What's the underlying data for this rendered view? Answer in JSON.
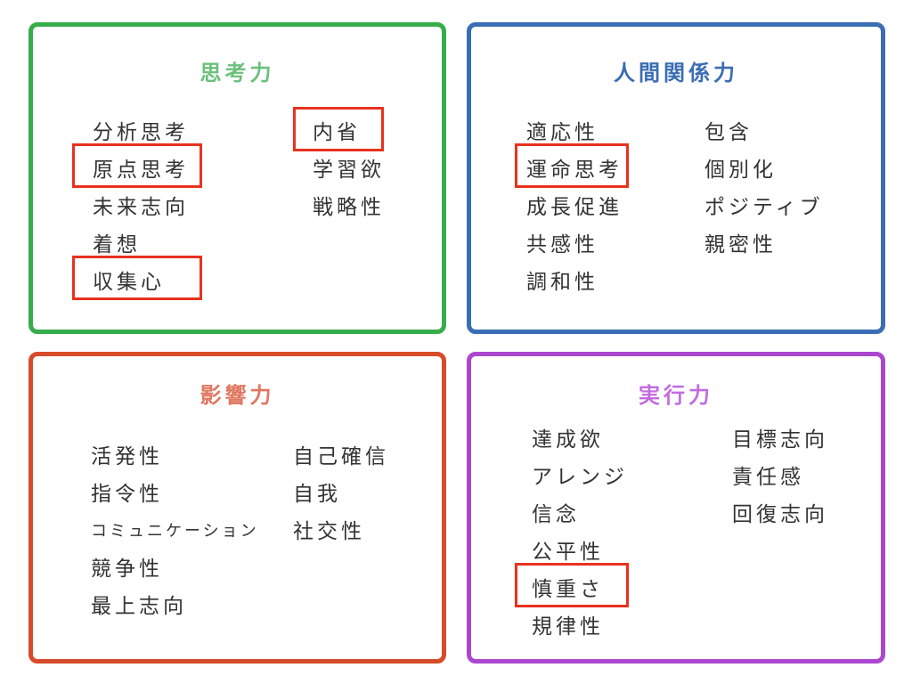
{
  "colors": {
    "thinking": "#36ad4b",
    "thinking_title": "#6cc07c",
    "relationship": "#3b6db4",
    "influence": "#d74b2a",
    "influence_title": "#e07760",
    "execution": "#ab47cf",
    "execution_title": "#c26be0",
    "highlight": "#e8321e",
    "text": "#333333"
  },
  "panels": {
    "thinking": {
      "title": "思考力",
      "col1": [
        "分析思考",
        "原点思考",
        "未来志向",
        "着想",
        "収集心"
      ],
      "col2": [
        "内省",
        "学習欲",
        "戦略性"
      ]
    },
    "relationship": {
      "title": "人間関係力",
      "col1": [
        "適応性",
        "運命思考",
        "成長促進",
        "共感性",
        "調和性"
      ],
      "col2": [
        "包含",
        "個別化",
        "ポジティブ",
        "親密性"
      ]
    },
    "influence": {
      "title": "影響力",
      "col1": [
        "活発性",
        "指令性",
        "コミュニケーション",
        "競争性",
        "最上志向"
      ],
      "col2": [
        "自己確信",
        "自我",
        "社交性"
      ]
    },
    "execution": {
      "title": "実行力",
      "col1": [
        "達成欲",
        "アレンジ",
        "信念",
        "公平性",
        "慎重さ",
        "規律性"
      ],
      "col2": [
        "目標志向",
        "責任感",
        "回復志向"
      ]
    }
  }
}
